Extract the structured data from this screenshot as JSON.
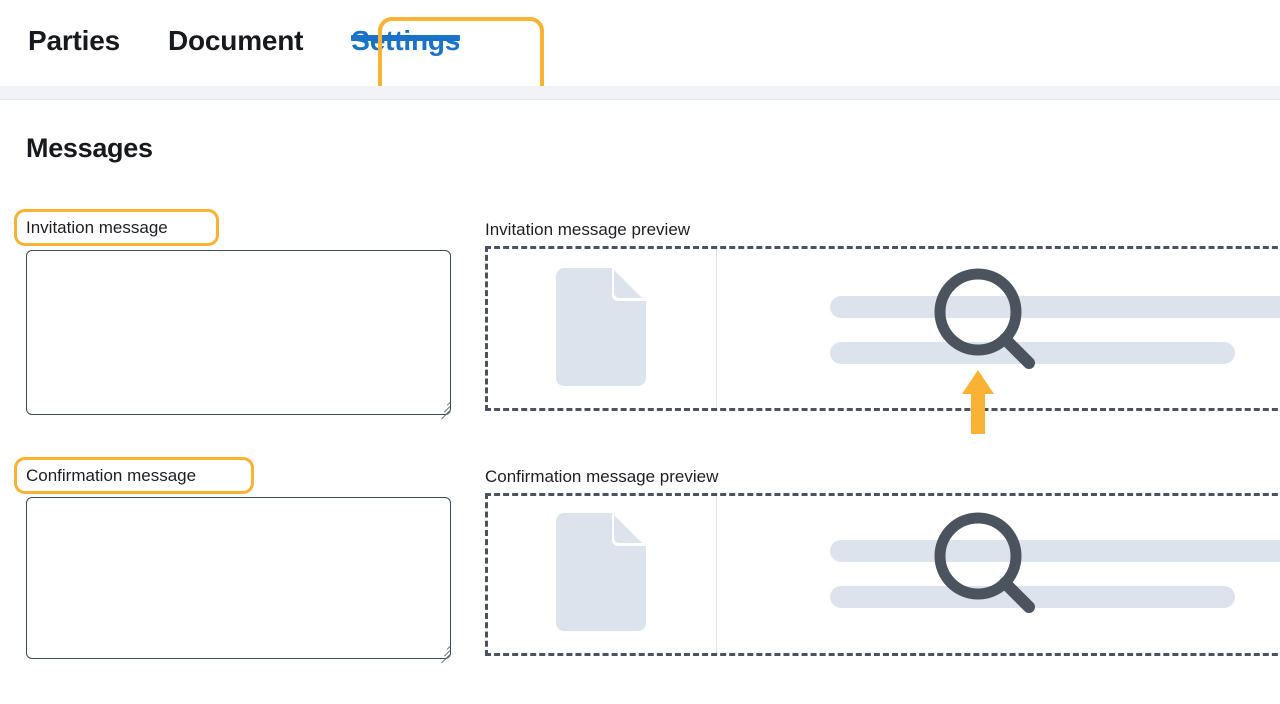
{
  "tabs": [
    {
      "label": "Parties",
      "active": false
    },
    {
      "label": "Document",
      "active": false
    },
    {
      "label": "Settings",
      "active": true
    }
  ],
  "page": {
    "title": "Messages"
  },
  "fields": {
    "invitation": {
      "label": "Invitation message",
      "value": "",
      "placeholder": ""
    },
    "confirmation": {
      "label": "Confirmation message",
      "value": "",
      "placeholder": ""
    }
  },
  "previews": {
    "invitation": {
      "title": "Invitation message preview",
      "doc_icon": "document-placeholder-icon",
      "search_icon": "magnifier-icon"
    },
    "confirmation": {
      "title": "Confirmation message preview",
      "doc_icon": "document-placeholder-icon",
      "search_icon": "magnifier-icon"
    }
  },
  "annotations": {
    "highlight_color": "#f9b233",
    "arrow_icon": "up-arrow-callout-icon",
    "highlighted_tab": "Settings",
    "highlighted_labels": [
      "Invitation message",
      "Confirmation message"
    ]
  },
  "colors": {
    "active_tab": "#1a73c9",
    "text": "#17191c",
    "skeleton": "#dde3ec",
    "dashed_border": "#4b545e",
    "magnifier": "#4b545e",
    "highlight": "#f9b233"
  }
}
